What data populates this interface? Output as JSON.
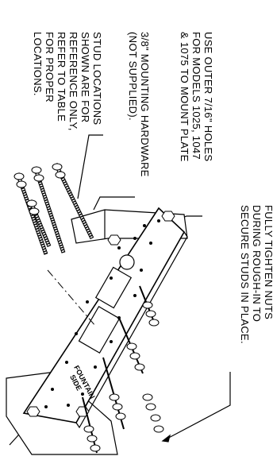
{
  "notes": {
    "fully_tighten": [
      "FULLY TIGHTEN NUTS",
      "DURING ROUGH-IN TO",
      "SECURE STUDS IN PLACE."
    ],
    "outer_holes": [
      "USE OUTER 7/16\" HOLES",
      "FOR MODELS 1025, 1047",
      "& 1075 TO MOUNT PLATE"
    ],
    "mounting_hardware": [
      "3/8\" MOUNTING HARDWARE",
      "(NOT SUPPLIED)."
    ],
    "stud_locations": [
      "STUD LOCATIONS",
      "SHOWN ARE FOR",
      "REFERENCE ONLY,",
      "REFER TO TABLE",
      "FOR PROPER",
      "LOCATIONS."
    ]
  },
  "plate": {
    "label": [
      "FOUNTAIN",
      "SIDE"
    ]
  }
}
